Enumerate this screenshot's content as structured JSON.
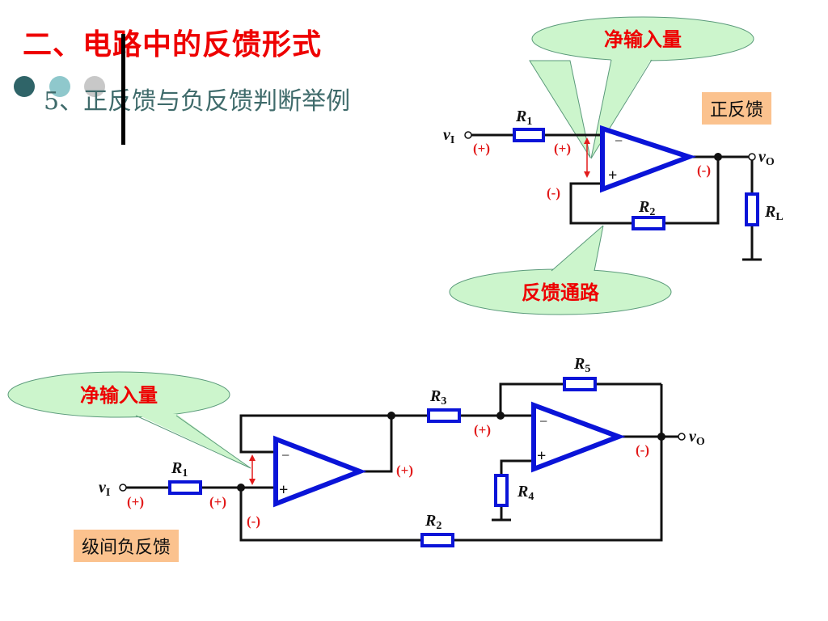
{
  "slide": {
    "title": "二、电路中的反馈形式",
    "subtitle": "5、正反馈与负反馈判断举例",
    "bullet_colors": [
      "#2f6468",
      "#8fc8cc",
      "#c8c8c8"
    ]
  },
  "circuit1": {
    "type_tag": "正反馈",
    "callout_top": "净输入量",
    "callout_bottom": "反馈通路",
    "input_label": "v",
    "input_sub": "I",
    "output_label": "v",
    "output_sub": "O",
    "resistors": [
      {
        "name": "R",
        "sub": "1"
      },
      {
        "name": "R",
        "sub": "2"
      },
      {
        "name": "R",
        "sub": "L"
      }
    ],
    "opamp_inputs": {
      "inverting": "−",
      "noninverting": "+"
    },
    "polarities": {
      "input": "(+)",
      "inverting_node": "(+)",
      "output": "(-)",
      "feedback_node": "(-)"
    }
  },
  "circuit2": {
    "type_tag": "级间负反馈",
    "callout": "净输入量",
    "input_label": "v",
    "input_sub": "I",
    "output_label": "v",
    "output_sub": "O",
    "resistors": [
      {
        "name": "R",
        "sub": "1"
      },
      {
        "name": "R",
        "sub": "2"
      },
      {
        "name": "R",
        "sub": "3"
      },
      {
        "name": "R",
        "sub": "4"
      },
      {
        "name": "R",
        "sub": "5"
      }
    ],
    "opamp_inputs": {
      "inverting": "−",
      "noninverting": "+"
    },
    "polarities": {
      "input": "(+)",
      "noninverting_node": "(+)",
      "feedback_node": "(-)",
      "stage1_output": "(+)",
      "stage2_inverting": "(+)",
      "output": "(-)"
    }
  },
  "colors": {
    "title": "#ee0000",
    "subtitle": "#3f6b6b",
    "opamp": "#0a14d8",
    "wire": "#111111",
    "polarity": "#e21b1b",
    "callout_fill": "#ccf5cc",
    "tag_fill": "#fbc28e"
  }
}
